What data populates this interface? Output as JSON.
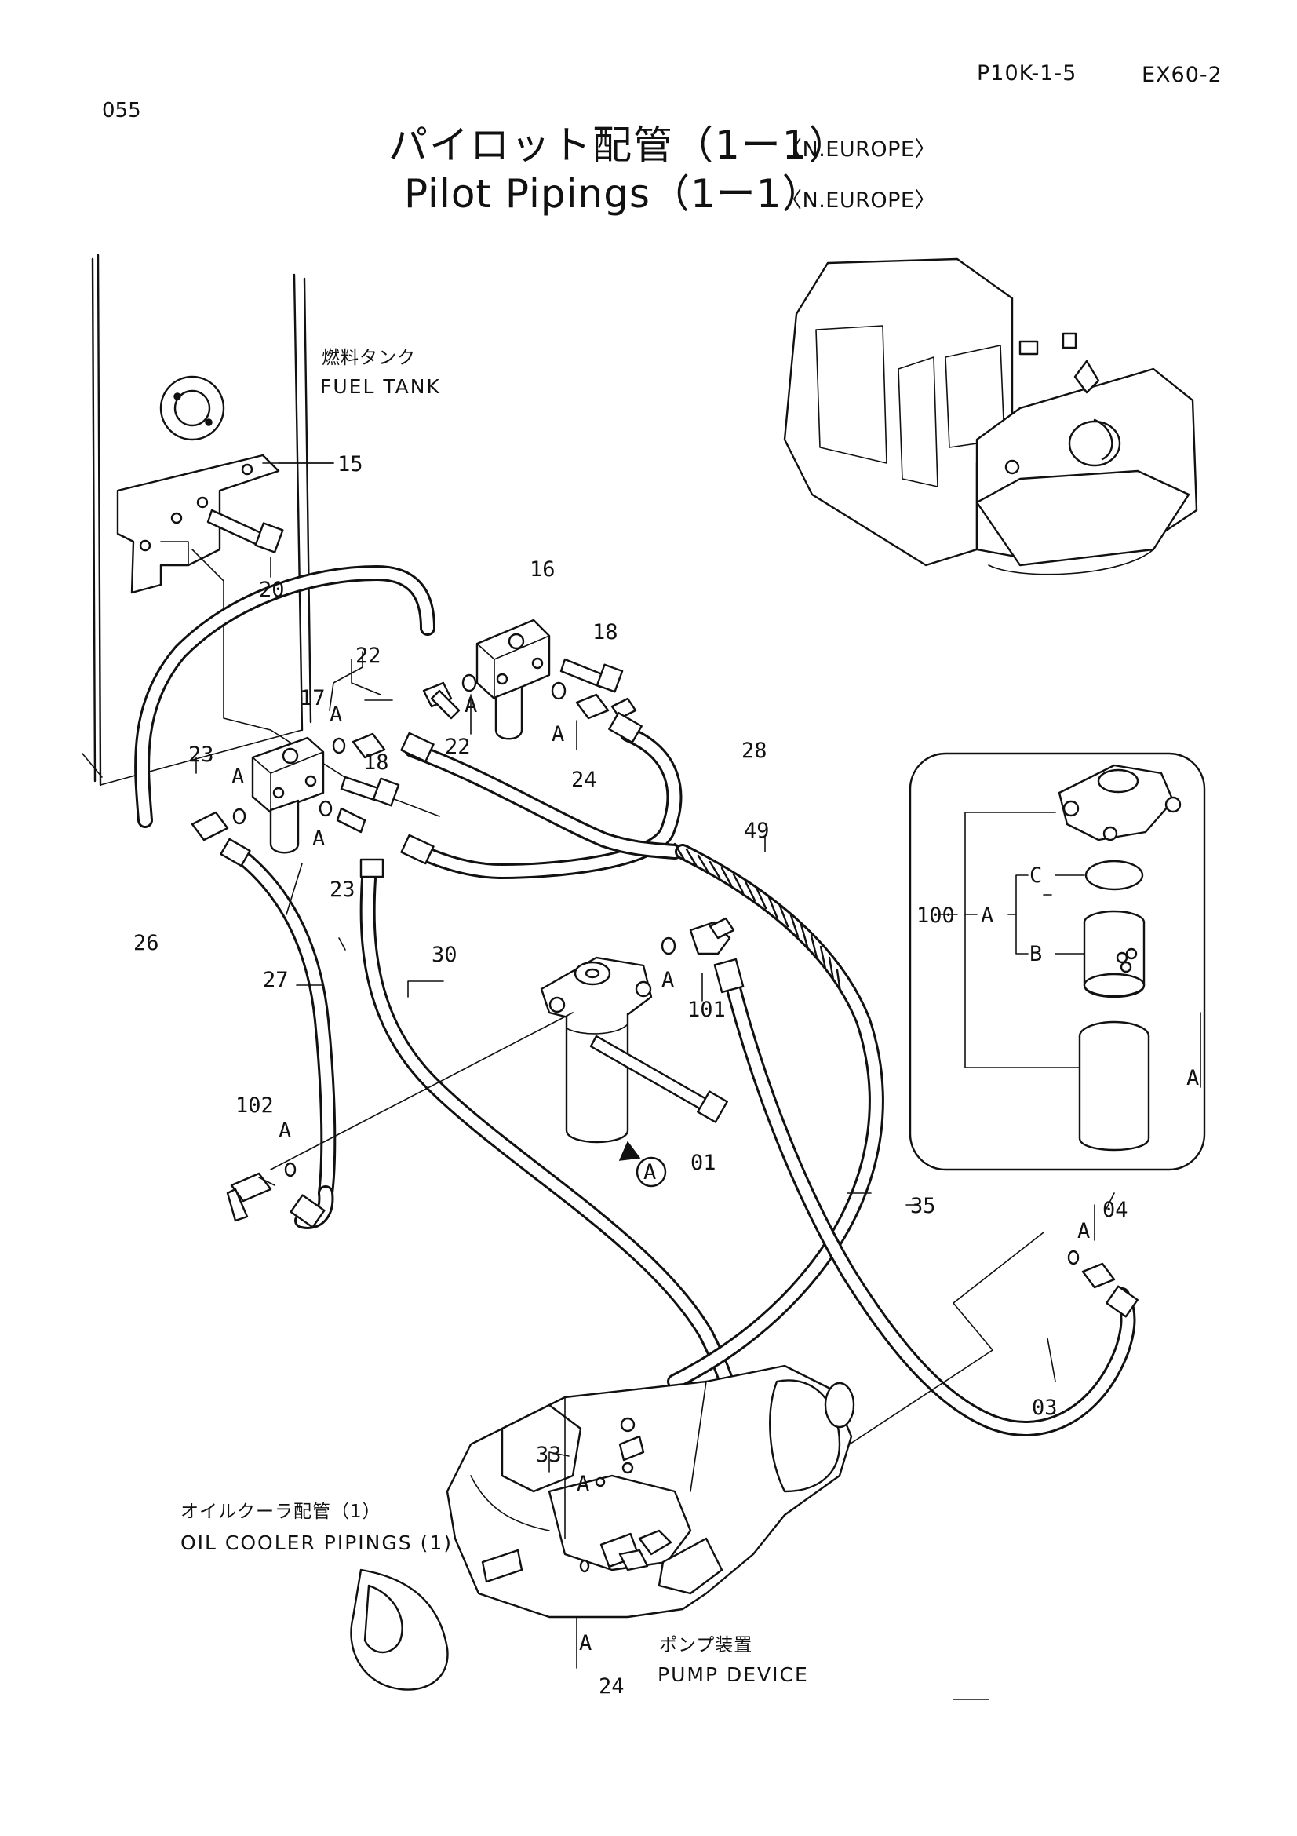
{
  "header": {
    "part_code": "P10K-1-5",
    "model": "EX60-2",
    "page_number": "055"
  },
  "title": {
    "japanese": "パイロット配管（1ー1）",
    "english": "Pilot Pipings（1ー1）",
    "region": "〈N.EUROPE〉"
  },
  "captions": {
    "fuel_tank_jp": "燃料タンク",
    "fuel_tank_en": "FUEL TANK",
    "oil_cooler_jp": "オイルクーラ配管（1）",
    "oil_cooler_en": "OIL COOLER PIPINGS (1)",
    "pump_jp": "ポンプ装置",
    "pump_en": "PUMP DEVICE"
  },
  "callouts": {
    "p15": "15",
    "p20": "20",
    "p16": "16",
    "p18a": "18",
    "p18b": "18",
    "p22a": "22",
    "p22b": "22",
    "p17": "17",
    "p23a": "23",
    "p23b": "23",
    "p24a": "24",
    "p24b": "24",
    "p28": "28",
    "p49": "49",
    "p26": "26",
    "p30": "30",
    "p27": "27",
    "p101": "101",
    "p102": "102",
    "p01": "01",
    "p35": "35",
    "p04": "04",
    "p03": "03",
    "p33": "33",
    "p100": "100",
    "a": "A",
    "b": "B",
    "c": "C"
  },
  "icons": [
    "excavator-thumbnail-icon",
    "line-filter-icon",
    "main-filter-icon",
    "pump-icon",
    "fuel-tank-panel-icon"
  ]
}
